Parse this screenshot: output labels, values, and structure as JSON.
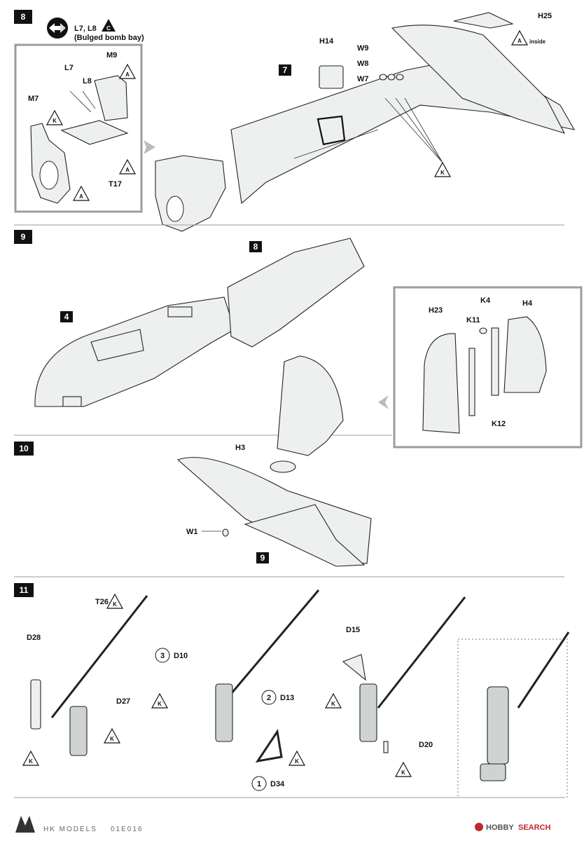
{
  "steps": {
    "s8": "8",
    "s9": "9",
    "s10": "10",
    "s11": "11"
  },
  "step8": {
    "option_parts": "L7, L8",
    "option_badge": "C",
    "option_note": "(Bulged bomb bay)",
    "inset_labels": {
      "m9": "M9",
      "l7": "L7",
      "l8": "L8",
      "m7": "M7",
      "t17": "T17"
    },
    "sub_ref": "7",
    "labels": {
      "h14": "H14",
      "w9": "W9",
      "w8": "W8",
      "w7": "W7",
      "h25": "H25",
      "inside": "inside"
    }
  },
  "step9": {
    "ref8": "8",
    "ref4": "4",
    "inset_labels": {
      "h23": "H23",
      "k4": "K4",
      "k11": "K11",
      "h4": "H4",
      "k12": "K12"
    }
  },
  "step10": {
    "labels": {
      "h3": "H3",
      "w1": "W1"
    },
    "ref9": "9"
  },
  "step11": {
    "labels": {
      "t26": "T26",
      "d28": "D28",
      "d27": "D27",
      "d10": "D10",
      "d13": "D13",
      "d34": "D34",
      "d15": "D15",
      "d20": "D20"
    },
    "seq": {
      "n1": "1",
      "n2": "2",
      "n3": "3"
    }
  },
  "glue_markers": {
    "k": "K",
    "a": "A"
  },
  "footer": {
    "brand": "HK MODELS",
    "code": "01E016",
    "watermark_a": "HOBBY",
    "watermark_b": "SEARCH"
  }
}
